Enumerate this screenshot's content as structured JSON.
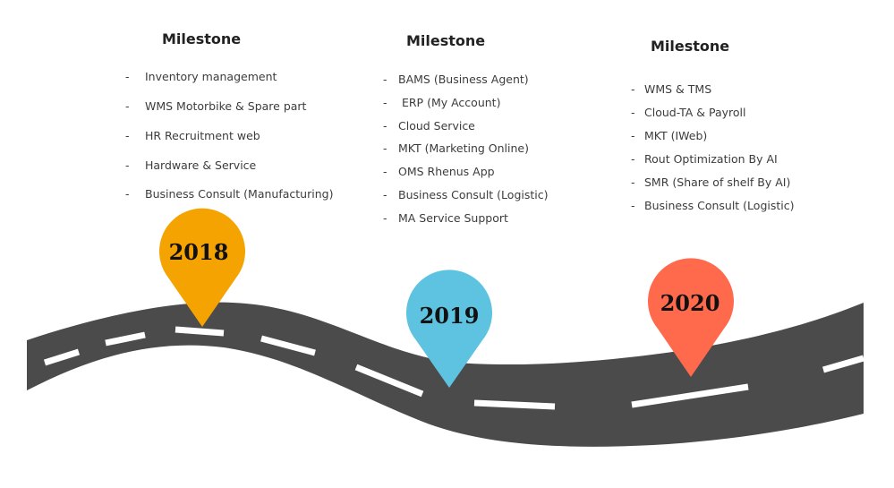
{
  "milestones": [
    {
      "heading": "Milestone",
      "year": "2018",
      "color": "#F5A300",
      "items": [
        "Inventory management",
        "WMS Motorbike & Spare part",
        "HR Recruitment web",
        "Hardware & Service",
        "Business Consult (Manufacturing)"
      ]
    },
    {
      "heading": "Milestone",
      "year": "2019",
      "color": "#5EC3E0",
      "items": [
        "BAMS (Business Agent)",
        " ERP (My Account)",
        "Cloud Service",
        "MKT (Marketing Online)",
        "OMS Rhenus App",
        "Business Consult (Logistic)",
        "MA Service Support"
      ]
    },
    {
      "heading": "Milestone",
      "year": "2020",
      "color": "#FF6A4D",
      "items": [
        "WMS & TMS",
        "Cloud-TA & Payroll",
        "MKT (IWeb)",
        "Rout Optimization By AI",
        "SMR (Share of shelf By AI)",
        "Business Consult (Logistic)"
      ]
    }
  ],
  "dash": "-",
  "road_color": "#4B4B4B",
  "lane_color": "#FFFFFF"
}
